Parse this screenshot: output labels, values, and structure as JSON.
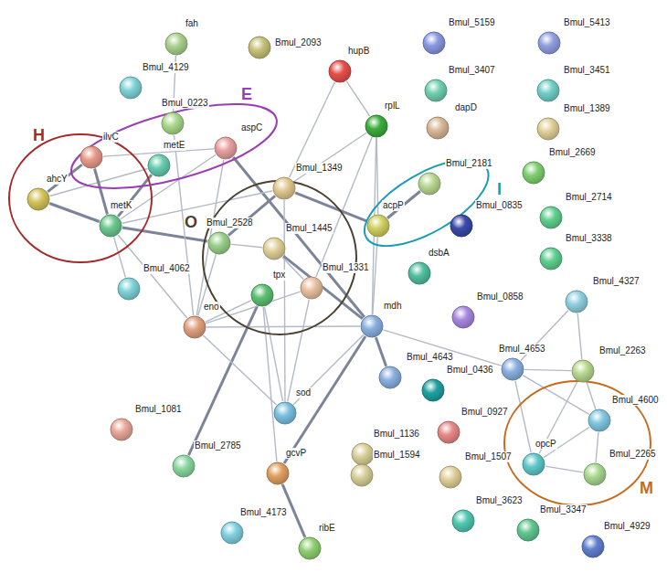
{
  "diagram": {
    "nodes": [
      {
        "text": [
          "H"
        ]
      },
      {
        "text": [
          "E"
        ]
      },
      {
        "text": [
          "O"
        ]
      },
      {
        "text": [
          "I"
        ]
      },
      {
        "text": [
          "M"
        ]
      },
      {
        "text": [
          "fah"
        ]
      },
      {
        "text": [
          "Bmul_2093"
        ]
      },
      {
        "text": [
          "Bmul_5159"
        ]
      },
      {
        "text": [
          "Bmul_5413"
        ]
      },
      {
        "text": [
          "hupB"
        ]
      },
      {
        "text": [
          "Bmul_4129"
        ]
      },
      {
        "text": [
          "Bmul_3407"
        ]
      },
      {
        "text": [
          "Bmul_3451"
        ]
      },
      {
        "text": [
          "Bmul_0223"
        ],
        "in": 1
      },
      {
        "text": [
          "rplL"
        ]
      },
      {
        "text": [
          "dapD"
        ]
      },
      {
        "text": [
          "Bmul_1389"
        ]
      },
      {
        "text": [
          "ilvC"
        ],
        "in": 1
      },
      {
        "text": [
          "metE"
        ],
        "in": 1
      },
      {
        "text": [
          "aspC"
        ],
        "in": 1
      },
      {
        "text": [
          "Bmul_2669"
        ]
      },
      {
        "text": [
          "Bmul_1349"
        ],
        "in": 2
      },
      {
        "text": [
          "Bmul_2181"
        ],
        "in": 3
      },
      {
        "text": [
          "ahcY"
        ],
        "in": 0
      },
      {
        "text": [
          "metK"
        ],
        "in": 0
      },
      {
        "text": [
          "acpP"
        ],
        "in": 3
      },
      {
        "text": [
          "Bmul_0835"
        ]
      },
      {
        "text": [
          "Bmul_2714"
        ]
      },
      {
        "text": [
          "Bmul_2528"
        ],
        "in": 2
      },
      {
        "text": [
          "Bmul_1445"
        ],
        "in": 2
      },
      {
        "text": [
          "Bmul_3338"
        ]
      },
      {
        "text": [
          "dsbA"
        ]
      },
      {
        "text": [
          "Bmul_4062"
        ]
      },
      {
        "text": [
          "Bmul_1331"
        ],
        "in": 2
      },
      {
        "text": [
          "tpx"
        ],
        "in": 2
      },
      {
        "text": [
          "Bmul_4327"
        ]
      },
      {
        "text": [
          "Bmul_0858"
        ]
      },
      {
        "text": [
          "mdh"
        ]
      },
      {
        "text": [
          "eno"
        ]
      },
      {
        "text": [
          "Bmul_4653"
        ]
      },
      {
        "text": [
          "Bmul_2263"
        ]
      },
      {
        "text": [
          "Bmul_4643"
        ]
      },
      {
        "text": [
          "Bmul_0436"
        ]
      },
      {
        "text": [
          "sod"
        ]
      },
      {
        "text": [
          "Bmul_4600"
        ],
        "in": 4
      },
      {
        "text": [
          "Bmul_1081"
        ]
      },
      {
        "text": [
          "Bmul_1136"
        ]
      },
      {
        "text": [
          "Bmul_0927"
        ]
      },
      {
        "text": [
          "opcP"
        ],
        "in": 4
      },
      {
        "text": [
          "Bmul_2785"
        ]
      },
      {
        "text": [
          "gcvP"
        ]
      },
      {
        "text": [
          "Bmul_1594"
        ]
      },
      {
        "text": [
          "Bmul_1507"
        ]
      },
      {
        "text": [
          "Bmul_2265"
        ],
        "in": 4
      },
      {
        "text": [
          "Bmul_3623"
        ]
      },
      {
        "text": [
          "Bmul_3347"
        ]
      },
      {
        "text": [
          "Bmul_4173"
        ]
      },
      {
        "text": [
          "ribE"
        ]
      },
      {
        "text": [
          "Bmul_4929"
        ]
      }
    ],
    "edges": [
      {
        "from": 5,
        "to": 13,
        "arrow": "none"
      },
      {
        "from": 23,
        "to": 17,
        "arrow": "none"
      },
      {
        "from": 23,
        "to": 24,
        "arrow": "none"
      },
      {
        "from": 23,
        "to": 18,
        "arrow": "none"
      },
      {
        "from": 17,
        "to": 24,
        "arrow": "none"
      },
      {
        "from": 18,
        "to": 24,
        "arrow": "none"
      },
      {
        "from": 17,
        "to": 19,
        "arrow": "none"
      },
      {
        "from": 19,
        "to": 24,
        "arrow": "none"
      },
      {
        "from": 19,
        "to": 37,
        "arrow": "none"
      },
      {
        "from": 19,
        "to": 38,
        "arrow": "none"
      },
      {
        "from": 24,
        "to": 28,
        "arrow": "none"
      },
      {
        "from": 24,
        "to": 32,
        "arrow": "none"
      },
      {
        "from": 24,
        "to": 38,
        "arrow": "none"
      },
      {
        "from": 24,
        "to": 21,
        "arrow": "none"
      },
      {
        "from": 13,
        "to": 38,
        "arrow": "none"
      },
      {
        "from": 9,
        "to": 14,
        "arrow": "none"
      },
      {
        "from": 9,
        "to": 21,
        "arrow": "none"
      },
      {
        "from": 14,
        "to": 21,
        "arrow": "none"
      },
      {
        "from": 14,
        "to": 25,
        "arrow": "none"
      },
      {
        "from": 14,
        "to": 37,
        "arrow": "none"
      },
      {
        "from": 14,
        "to": 33,
        "arrow": "none"
      },
      {
        "from": 21,
        "to": 28,
        "arrow": "none"
      },
      {
        "from": 21,
        "to": 43,
        "arrow": "none"
      },
      {
        "from": 21,
        "to": 25,
        "arrow": "none"
      },
      {
        "from": 28,
        "to": 38,
        "arrow": "none"
      },
      {
        "from": 29,
        "to": 37,
        "arrow": "none"
      },
      {
        "from": 29,
        "to": 33,
        "arrow": "none"
      },
      {
        "from": 25,
        "to": 22,
        "arrow": "none"
      },
      {
        "from": 25,
        "to": 37,
        "arrow": "none"
      },
      {
        "from": 34,
        "to": 49,
        "arrow": "none"
      },
      {
        "from": 34,
        "to": 38,
        "arrow": "none"
      },
      {
        "from": 34,
        "to": 43,
        "arrow": "none"
      },
      {
        "from": 34,
        "to": 50,
        "arrow": "none"
      },
      {
        "from": 38,
        "to": 43,
        "arrow": "none"
      },
      {
        "from": 38,
        "to": 37,
        "arrow": "none"
      },
      {
        "from": 38,
        "to": 33,
        "arrow": "none"
      },
      {
        "from": 37,
        "to": 41,
        "arrow": "none"
      },
      {
        "from": 37,
        "to": 43,
        "arrow": "none"
      },
      {
        "from": 37,
        "to": 50,
        "arrow": "none"
      },
      {
        "from": 37,
        "to": 39,
        "arrow": "none"
      },
      {
        "from": 50,
        "to": 57,
        "arrow": "none"
      },
      {
        "from": 39,
        "to": 35,
        "arrow": "none"
      },
      {
        "from": 39,
        "to": 40,
        "arrow": "none"
      },
      {
        "from": 39,
        "to": 44,
        "arrow": "none"
      },
      {
        "from": 39,
        "to": 48,
        "arrow": "none"
      },
      {
        "from": 40,
        "to": 35,
        "arrow": "none"
      },
      {
        "from": 40,
        "to": 44,
        "arrow": "none"
      },
      {
        "from": 40,
        "to": 48,
        "arrow": "none"
      },
      {
        "from": 44,
        "to": 53,
        "arrow": "none"
      },
      {
        "from": 48,
        "to": 53,
        "arrow": "none"
      },
      {
        "from": 44,
        "to": 48,
        "arrow": "none"
      },
      {
        "from": 43,
        "to": 33,
        "arrow": "none"
      },
      {
        "from": 28,
        "to": 29,
        "arrow": "none"
      }
    ]
  }
}
